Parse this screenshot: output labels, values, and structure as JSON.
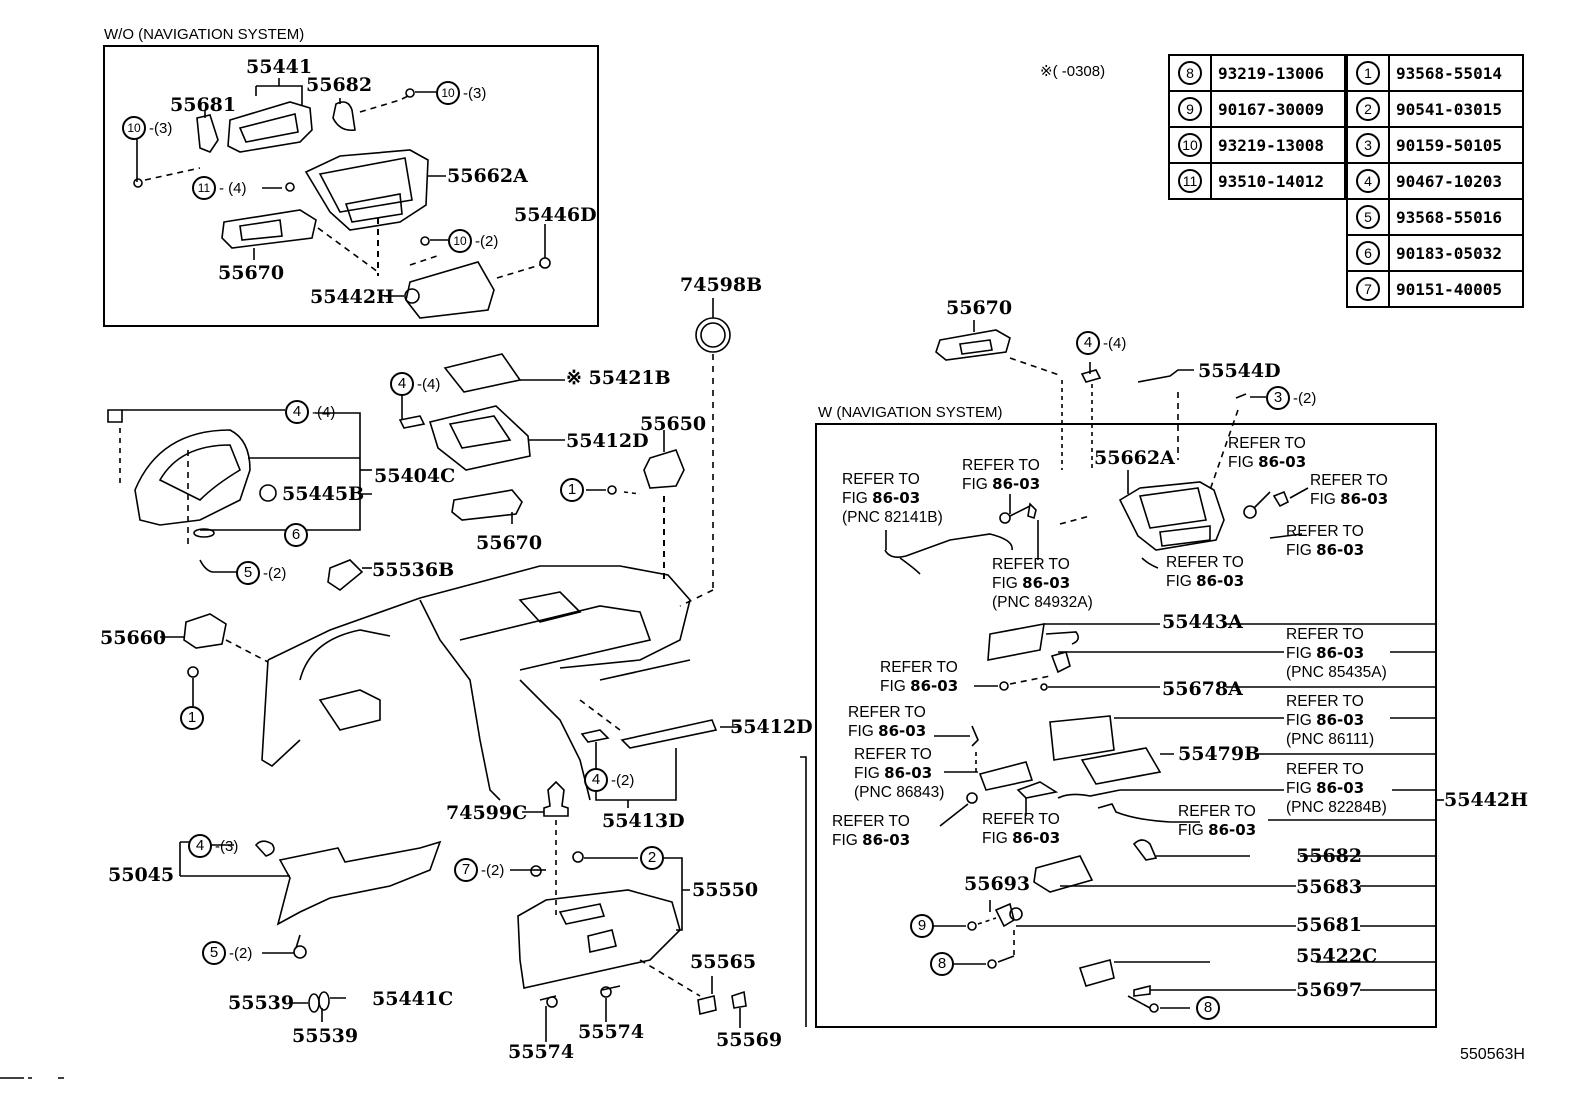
{
  "note": "※(      -0308)",
  "figure_id": "550563H",
  "sections": {
    "without_nav": "W/O (NAVIGATION  SYSTEM)",
    "with_nav": "W (NAVIGATION  SYSTEM)"
  },
  "parts_table": {
    "left": [
      {
        "num": "8",
        "part": "93219-13006"
      },
      {
        "num": "9",
        "part": "90167-30009"
      },
      {
        "num": "10",
        "part": "93219-13008"
      },
      {
        "num": "11",
        "part": "93510-14012"
      }
    ],
    "right": [
      {
        "num": "1",
        "part": "93568-55014"
      },
      {
        "num": "2",
        "part": "90541-03015"
      },
      {
        "num": "3",
        "part": "90159-50105"
      },
      {
        "num": "4",
        "part": "90467-10203"
      },
      {
        "num": "5",
        "part": "93568-55016"
      },
      {
        "num": "6",
        "part": "90183-05032"
      },
      {
        "num": "7",
        "part": "90151-40005"
      }
    ]
  },
  "labels": {
    "wo_55441": "55441",
    "wo_55682": "55682",
    "wo_55681": "55681",
    "wo_55662A": "55662A",
    "wo_55446D": "55446D",
    "wo_55670": "55670",
    "wo_55442H": "55442H",
    "p74598B": "74598B",
    "p55421B": "※ 55421B",
    "p55412D_top": "55412D",
    "p55650": "55650",
    "p55404C": "55404C",
    "p55445B": "55445B",
    "p55670_mid": "55670",
    "p55536B": "55536B",
    "p55660": "55660",
    "p55412D_low": "55412D",
    "p74599C": "74599C",
    "p55413D": "55413D",
    "p55045": "55045",
    "p55550": "55550",
    "p55565": "55565",
    "p55539a": "55539",
    "p55539b": "55539",
    "p55441C": "55441C",
    "p55574a": "55574",
    "p55574b": "55574",
    "p55569": "55569",
    "w_55670": "55670",
    "w_55544D": "55544D",
    "w_55662A": "55662A",
    "w_55443A": "55443A",
    "w_55678A": "55678A",
    "w_55479B": "55479B",
    "w_55442H": "55442H",
    "w_55682": "55682",
    "w_55683": "55683",
    "w_55693": "55693",
    "w_55681": "55681",
    "w_55422C": "55422C",
    "w_55697": "55697"
  },
  "callouts": [
    {
      "num": "10",
      "qty": "-(3)"
    },
    {
      "num": "10",
      "qty": "-(3)"
    },
    {
      "num": "11",
      "qty": "- (4)"
    },
    {
      "num": "10",
      "qty": "-(2)"
    },
    {
      "num": "4",
      "qty": "-(4)"
    },
    {
      "num": "4",
      "qty": "-(4)"
    },
    {
      "num": "6",
      "qty": ""
    },
    {
      "num": "5",
      "qty": "-(2)"
    },
    {
      "num": "1",
      "qty": ""
    },
    {
      "num": "1",
      "qty": ""
    },
    {
      "num": "4",
      "qty": "-(2)"
    },
    {
      "num": "4",
      "qty": "-(3)"
    },
    {
      "num": "5",
      "qty": "-(2)"
    },
    {
      "num": "7",
      "qty": "-(2)"
    },
    {
      "num": "2",
      "qty": ""
    },
    {
      "num": "4",
      "qty": "-(4)"
    },
    {
      "num": "3",
      "qty": "-(2)"
    },
    {
      "num": "9",
      "qty": ""
    },
    {
      "num": "8",
      "qty": ""
    },
    {
      "num": "8",
      "qty": ""
    }
  ],
  "refer": {
    "line1": "REFER TO",
    "fig_prefix": "FIG",
    "fig_num": "86-03",
    "pnc": {
      "a": "(PNC 82141B)",
      "b": "(PNC 84932A)",
      "c": "(PNC 85435A)",
      "d": "(PNC 86111)",
      "e": "(PNC 86843)",
      "f": "(PNC 82284B)"
    }
  }
}
